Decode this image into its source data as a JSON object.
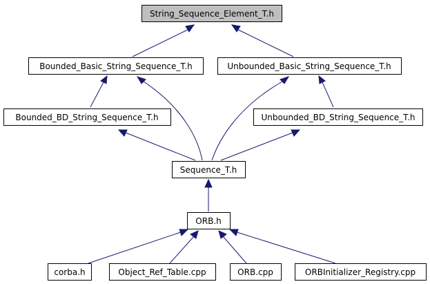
{
  "diagram": {
    "nodes": {
      "string_sequence_element": "String_Sequence_Element_T.h",
      "bounded_basic": "Bounded_Basic_String_Sequence_T.h",
      "unbounded_basic": "Unbounded_Basic_String_Sequence_T.h",
      "bounded_bd": "Bounded_BD_String_Sequence_T.h",
      "unbounded_bd": "Unbounded_BD_String_Sequence_T.h",
      "sequence": "Sequence_T.h",
      "orb_h": "ORB.h",
      "corba": "corba.h",
      "object_ref_table": "Object_Ref_Table.cpp",
      "orb_cpp": "ORB.cpp",
      "orbinitializer_registry": "ORBInitializer_Registry.cpp"
    },
    "colors": {
      "edge": "#191970",
      "root_fill": "#bfbfbf",
      "node_fill": "#ffffff",
      "node_border": "#000000"
    }
  }
}
